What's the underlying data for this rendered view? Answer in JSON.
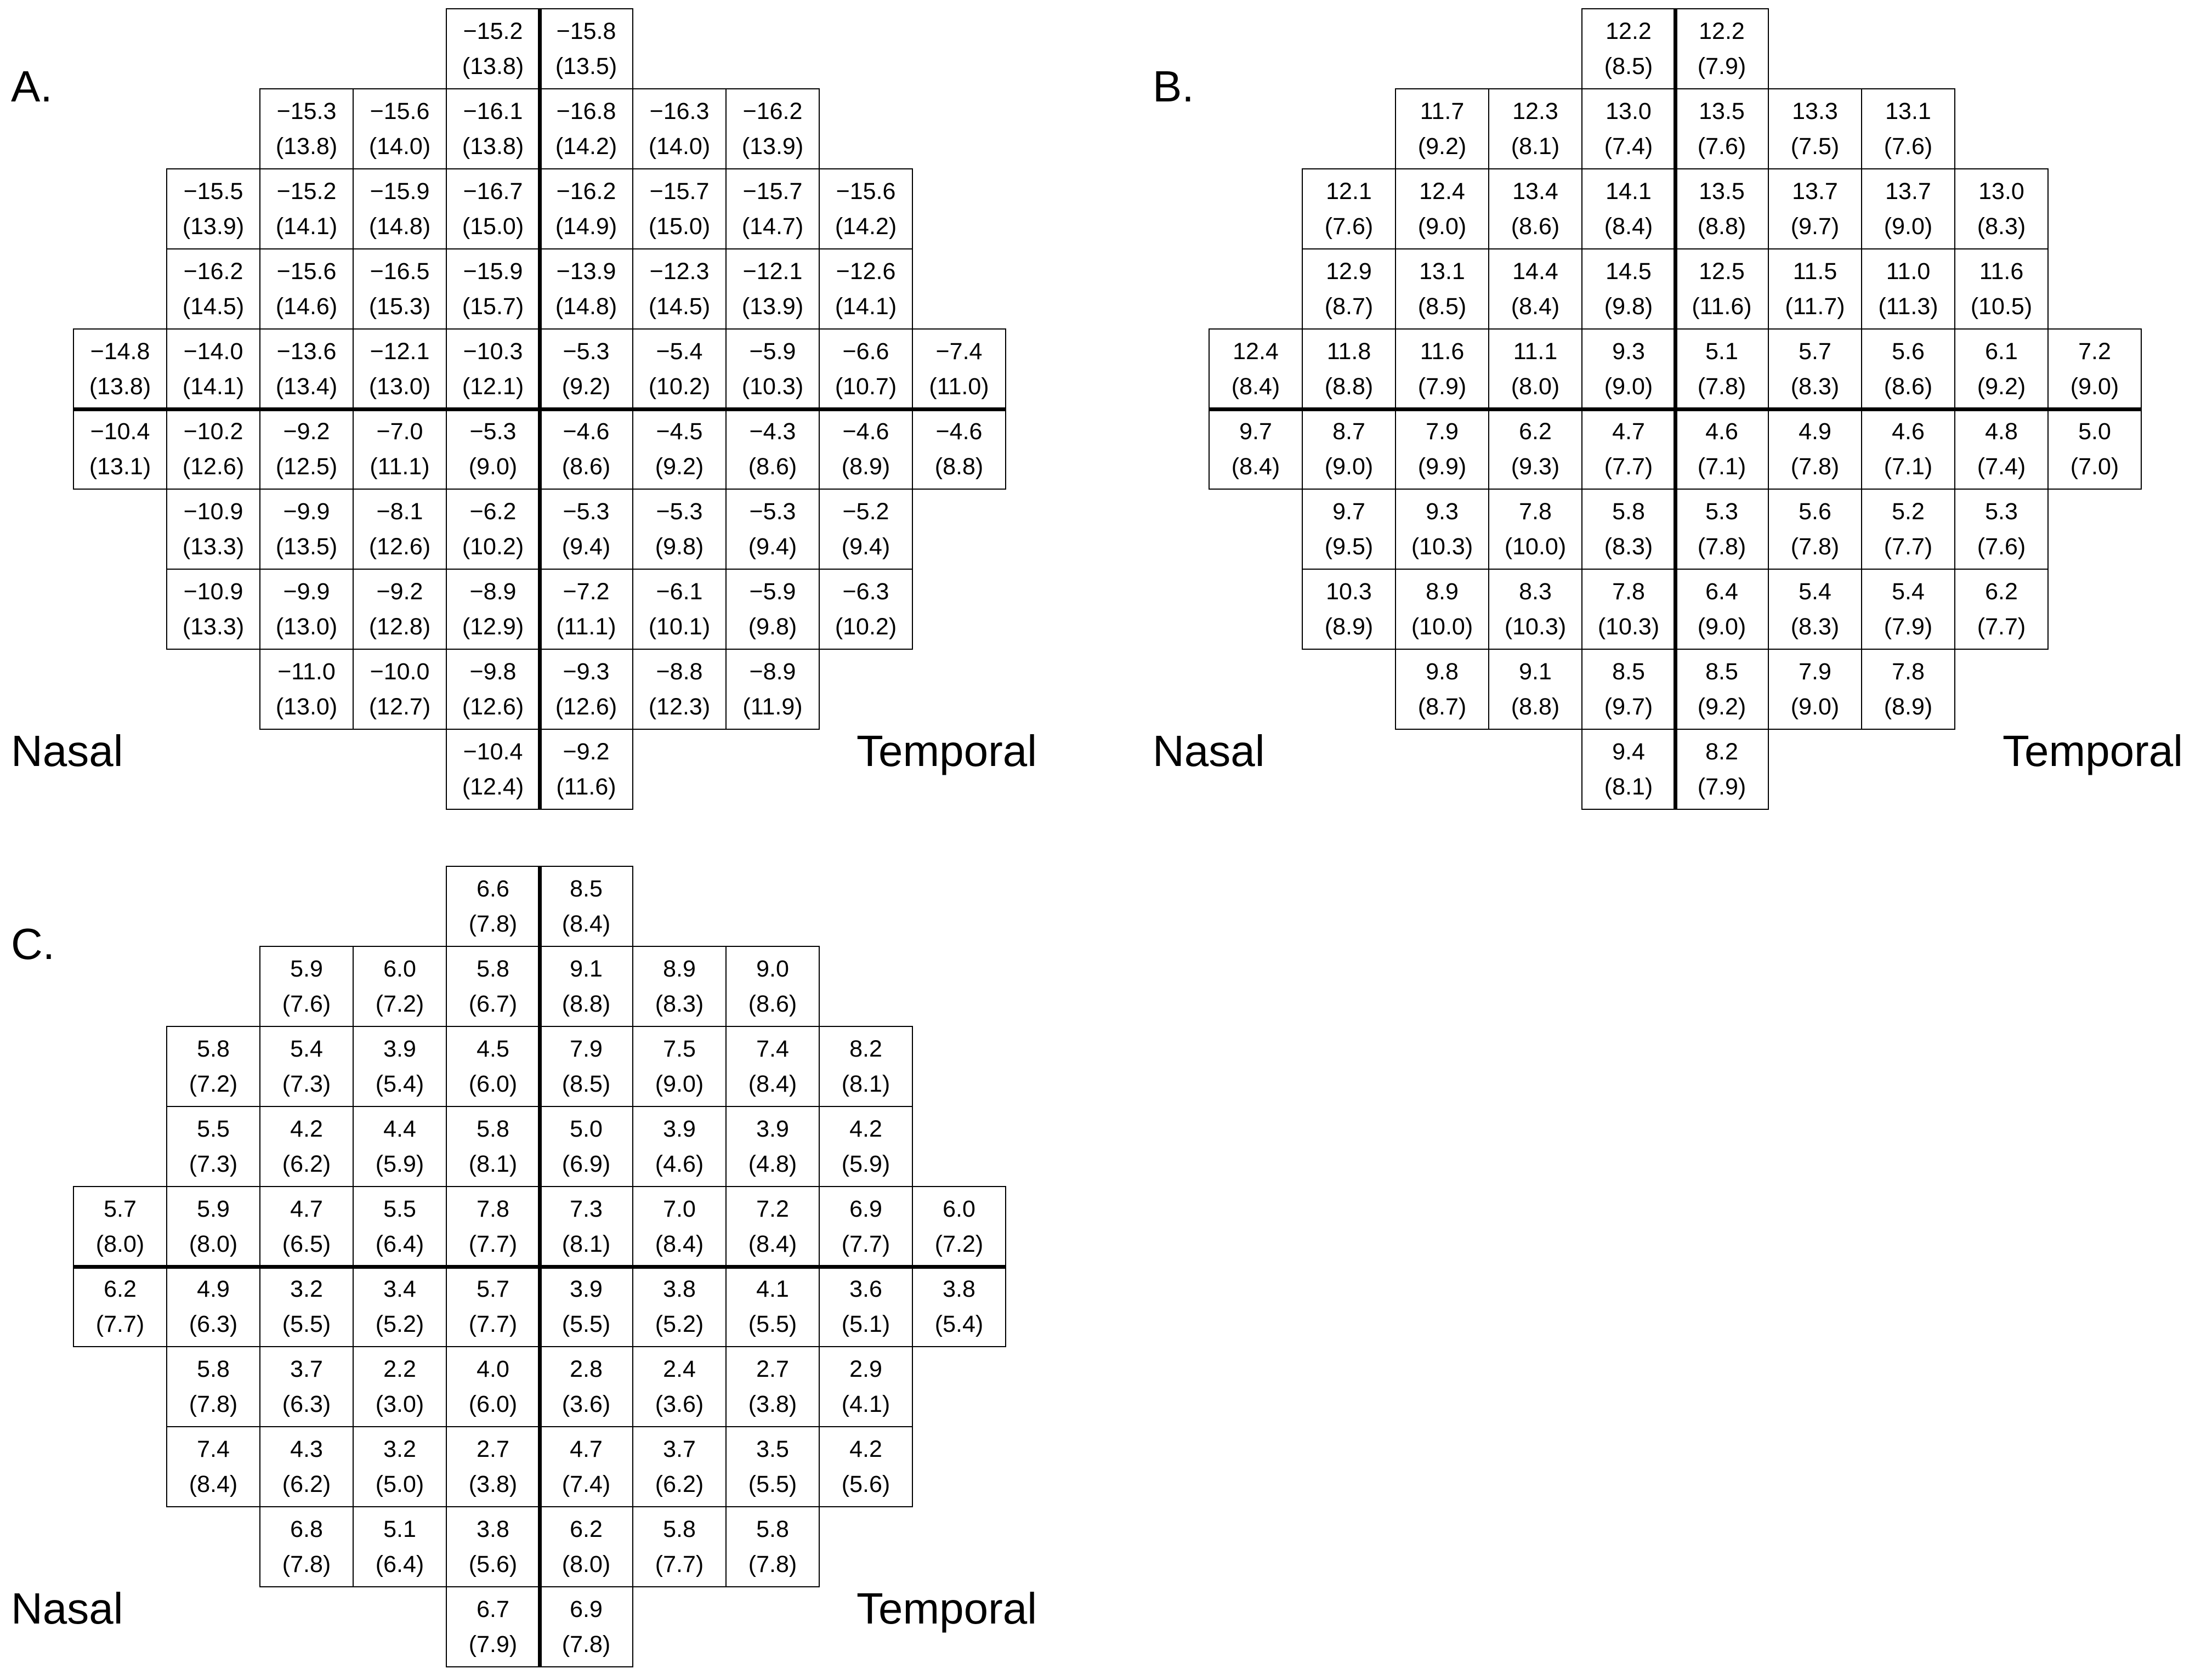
{
  "panels": [
    {
      "label": "A.",
      "nasal": "Nasal",
      "temporal": "Temporal",
      "rows": [
        [
          [
            "−15.2",
            "13.8"
          ],
          [
            "−15.8",
            "13.5"
          ]
        ],
        [
          [
            "−15.3",
            "13.8"
          ],
          [
            "−15.6",
            "14.0"
          ],
          [
            "−16.1",
            "13.8"
          ],
          [
            "−16.8",
            "14.2"
          ],
          [
            "−16.3",
            "14.0"
          ],
          [
            "−16.2",
            "13.9"
          ]
        ],
        [
          [
            "−15.5",
            "13.9"
          ],
          [
            "−15.2",
            "14.1"
          ],
          [
            "−15.9",
            "14.8"
          ],
          [
            "−16.7",
            "15.0"
          ],
          [
            "−16.2",
            "14.9"
          ],
          [
            "−15.7",
            "15.0"
          ],
          [
            "−15.7",
            "14.7"
          ],
          [
            "−15.6",
            "14.2"
          ]
        ],
        [
          [
            "−16.2",
            "14.5"
          ],
          [
            "−15.6",
            "14.6"
          ],
          [
            "−16.5",
            "15.3"
          ],
          [
            "−15.9",
            "15.7"
          ],
          [
            "−13.9",
            "14.8"
          ],
          [
            "−12.3",
            "14.5"
          ],
          [
            "−12.1",
            "13.9"
          ],
          [
            "−12.6",
            "14.1"
          ]
        ],
        [
          [
            "−14.8",
            "13.8"
          ],
          [
            "−14.0",
            "14.1"
          ],
          [
            "−13.6",
            "13.4"
          ],
          [
            "−12.1",
            "13.0"
          ],
          [
            "−10.3",
            "12.1"
          ],
          [
            "−5.3",
            "9.2"
          ],
          [
            "−5.4",
            "10.2"
          ],
          [
            "−5.9",
            "10.3"
          ],
          [
            "−6.6",
            "10.7"
          ],
          [
            "−7.4",
            "11.0"
          ]
        ],
        [
          [
            "−10.4",
            "13.1"
          ],
          [
            "−10.2",
            "12.6"
          ],
          [
            "−9.2",
            "12.5"
          ],
          [
            "−7.0",
            "11.1"
          ],
          [
            "−5.3",
            "9.0"
          ],
          [
            "−4.6",
            "8.6"
          ],
          [
            "−4.5",
            "9.2"
          ],
          [
            "−4.3",
            "8.6"
          ],
          [
            "−4.6",
            "8.9"
          ],
          [
            "−4.6",
            "8.8"
          ]
        ],
        [
          [
            "−10.9",
            "13.3"
          ],
          [
            "−9.9",
            "13.5"
          ],
          [
            "−8.1",
            "12.6"
          ],
          [
            "−6.2",
            "10.2"
          ],
          [
            "−5.3",
            "9.4"
          ],
          [
            "−5.3",
            "9.8"
          ],
          [
            "−5.3",
            "9.4"
          ],
          [
            "−5.2",
            "9.4"
          ]
        ],
        [
          [
            "−10.9",
            "13.3"
          ],
          [
            "−9.9",
            "13.0"
          ],
          [
            "−9.2",
            "12.8"
          ],
          [
            "−8.9",
            "12.9"
          ],
          [
            "−7.2",
            "11.1"
          ],
          [
            "−6.1",
            "10.1"
          ],
          [
            "−5.9",
            "9.8"
          ],
          [
            "−6.3",
            "10.2"
          ]
        ],
        [
          [
            "−11.0",
            "13.0"
          ],
          [
            "−10.0",
            "12.7"
          ],
          [
            "−9.8",
            "12.6"
          ],
          [
            "−9.3",
            "12.6"
          ],
          [
            "−8.8",
            "12.3"
          ],
          [
            "−8.9",
            "11.9"
          ]
        ],
        [
          [
            "−10.4",
            "12.4"
          ],
          [
            "−9.2",
            "11.6"
          ]
        ]
      ]
    },
    {
      "label": "B.",
      "nasal": "Nasal",
      "temporal": "Temporal",
      "rows": [
        [
          [
            "12.2",
            "8.5"
          ],
          [
            "12.2",
            "7.9"
          ]
        ],
        [
          [
            "11.7",
            "9.2"
          ],
          [
            "12.3",
            "8.1"
          ],
          [
            "13.0",
            "7.4"
          ],
          [
            "13.5",
            "7.6"
          ],
          [
            "13.3",
            "7.5"
          ],
          [
            "13.1",
            "7.6"
          ]
        ],
        [
          [
            "12.1",
            "7.6"
          ],
          [
            "12.4",
            "9.0"
          ],
          [
            "13.4",
            "8.6"
          ],
          [
            "14.1",
            "8.4"
          ],
          [
            "13.5",
            "8.8"
          ],
          [
            "13.7",
            "9.7"
          ],
          [
            "13.7",
            "9.0"
          ],
          [
            "13.0",
            "8.3"
          ]
        ],
        [
          [
            "12.9",
            "8.7"
          ],
          [
            "13.1",
            "8.5"
          ],
          [
            "14.4",
            "8.4"
          ],
          [
            "14.5",
            "9.8"
          ],
          [
            "12.5",
            "11.6"
          ],
          [
            "11.5",
            "11.7"
          ],
          [
            "11.0",
            "11.3"
          ],
          [
            "11.6",
            "10.5"
          ]
        ],
        [
          [
            "12.4",
            "8.4"
          ],
          [
            "11.8",
            "8.8"
          ],
          [
            "11.6",
            "7.9"
          ],
          [
            "11.1",
            "8.0"
          ],
          [
            "9.3",
            "9.0"
          ],
          [
            "5.1",
            "7.8"
          ],
          [
            "5.7",
            "8.3"
          ],
          [
            "5.6",
            "8.6"
          ],
          [
            "6.1",
            "9.2"
          ],
          [
            "7.2",
            "9.0"
          ]
        ],
        [
          [
            "9.7",
            "8.4"
          ],
          [
            "8.7",
            "9.0"
          ],
          [
            "7.9",
            "9.9"
          ],
          [
            "6.2",
            "9.3"
          ],
          [
            "4.7",
            "7.7"
          ],
          [
            "4.6",
            "7.1"
          ],
          [
            "4.9",
            "7.8"
          ],
          [
            "4.6",
            "7.1"
          ],
          [
            "4.8",
            "7.4"
          ],
          [
            "5.0",
            "7.0"
          ]
        ],
        [
          [
            "9.7",
            "9.5"
          ],
          [
            "9.3",
            "10.3"
          ],
          [
            "7.8",
            "10.0"
          ],
          [
            "5.8",
            "8.3"
          ],
          [
            "5.3",
            "7.8"
          ],
          [
            "5.6",
            "7.8"
          ],
          [
            "5.2",
            "7.7"
          ],
          [
            "5.3",
            "7.6"
          ]
        ],
        [
          [
            "10.3",
            "8.9"
          ],
          [
            "8.9",
            "10.0"
          ],
          [
            "8.3",
            "10.3"
          ],
          [
            "7.8",
            "10.3"
          ],
          [
            "6.4",
            "9.0"
          ],
          [
            "5.4",
            "8.3"
          ],
          [
            "5.4",
            "7.9"
          ],
          [
            "6.2",
            "7.7"
          ]
        ],
        [
          [
            "9.8",
            "8.7"
          ],
          [
            "9.1",
            "8.8"
          ],
          [
            "8.5",
            "9.7"
          ],
          [
            "8.5",
            "9.2"
          ],
          [
            "7.9",
            "9.0"
          ],
          [
            "7.8",
            "8.9"
          ]
        ],
        [
          [
            "9.4",
            "8.1"
          ],
          [
            "8.2",
            "7.9"
          ]
        ]
      ]
    },
    {
      "label": "C.",
      "nasal": "Nasal",
      "temporal": "Temporal",
      "rows": [
        [
          [
            "6.6",
            "7.8"
          ],
          [
            "8.5",
            "8.4"
          ]
        ],
        [
          [
            "5.9",
            "7.6"
          ],
          [
            "6.0",
            "7.2"
          ],
          [
            "5.8",
            "6.7"
          ],
          [
            "9.1",
            "8.8"
          ],
          [
            "8.9",
            "8.3"
          ],
          [
            "9.0",
            "8.6"
          ]
        ],
        [
          [
            "5.8",
            "7.2"
          ],
          [
            "5.4",
            "7.3"
          ],
          [
            "3.9",
            "5.4"
          ],
          [
            "4.5",
            "6.0"
          ],
          [
            "7.9",
            "8.5"
          ],
          [
            "7.5",
            "9.0"
          ],
          [
            "7.4",
            "8.4"
          ],
          [
            "8.2",
            "8.1"
          ]
        ],
        [
          [
            "5.5",
            "7.3"
          ],
          [
            "4.2",
            "6.2"
          ],
          [
            "4.4",
            "5.9"
          ],
          [
            "5.8",
            "8.1"
          ],
          [
            "5.0",
            "6.9"
          ],
          [
            "3.9",
            "4.6"
          ],
          [
            "3.9",
            "4.8"
          ],
          [
            "4.2",
            "5.9"
          ]
        ],
        [
          [
            "5.7",
            "8.0"
          ],
          [
            "5.9",
            "8.0"
          ],
          [
            "4.7",
            "6.5"
          ],
          [
            "5.5",
            "6.4"
          ],
          [
            "7.8",
            "7.7"
          ],
          [
            "7.3",
            "8.1"
          ],
          [
            "7.0",
            "8.4"
          ],
          [
            "7.2",
            "8.4"
          ],
          [
            "6.9",
            "7.7"
          ],
          [
            "6.0",
            "7.2"
          ]
        ],
        [
          [
            "6.2",
            "7.7"
          ],
          [
            "4.9",
            "6.3"
          ],
          [
            "3.2",
            "5.5"
          ],
          [
            "3.4",
            "5.2"
          ],
          [
            "5.7",
            "7.7"
          ],
          [
            "3.9",
            "5.5"
          ],
          [
            "3.8",
            "5.2"
          ],
          [
            "4.1",
            "5.5"
          ],
          [
            "3.6",
            "5.1"
          ],
          [
            "3.8",
            "5.4"
          ]
        ],
        [
          [
            "5.8",
            "7.8"
          ],
          [
            "3.7",
            "6.3"
          ],
          [
            "2.2",
            "3.0"
          ],
          [
            "4.0",
            "6.0"
          ],
          [
            "2.8",
            "3.6"
          ],
          [
            "2.4",
            "3.6"
          ],
          [
            "2.7",
            "3.8"
          ],
          [
            "2.9",
            "4.1"
          ]
        ],
        [
          [
            "7.4",
            "8.4"
          ],
          [
            "4.3",
            "6.2"
          ],
          [
            "3.2",
            "5.0"
          ],
          [
            "2.7",
            "3.8"
          ],
          [
            "4.7",
            "7.4"
          ],
          [
            "3.7",
            "6.2"
          ],
          [
            "3.5",
            "5.5"
          ],
          [
            "4.2",
            "5.6"
          ]
        ],
        [
          [
            "6.8",
            "7.8"
          ],
          [
            "5.1",
            "6.4"
          ],
          [
            "3.8",
            "5.6"
          ],
          [
            "6.2",
            "8.0"
          ],
          [
            "5.8",
            "7.7"
          ],
          [
            "5.8",
            "7.8"
          ]
        ],
        [
          [
            "6.7",
            "7.9"
          ],
          [
            "6.9",
            "7.8"
          ]
        ]
      ]
    }
  ]
}
